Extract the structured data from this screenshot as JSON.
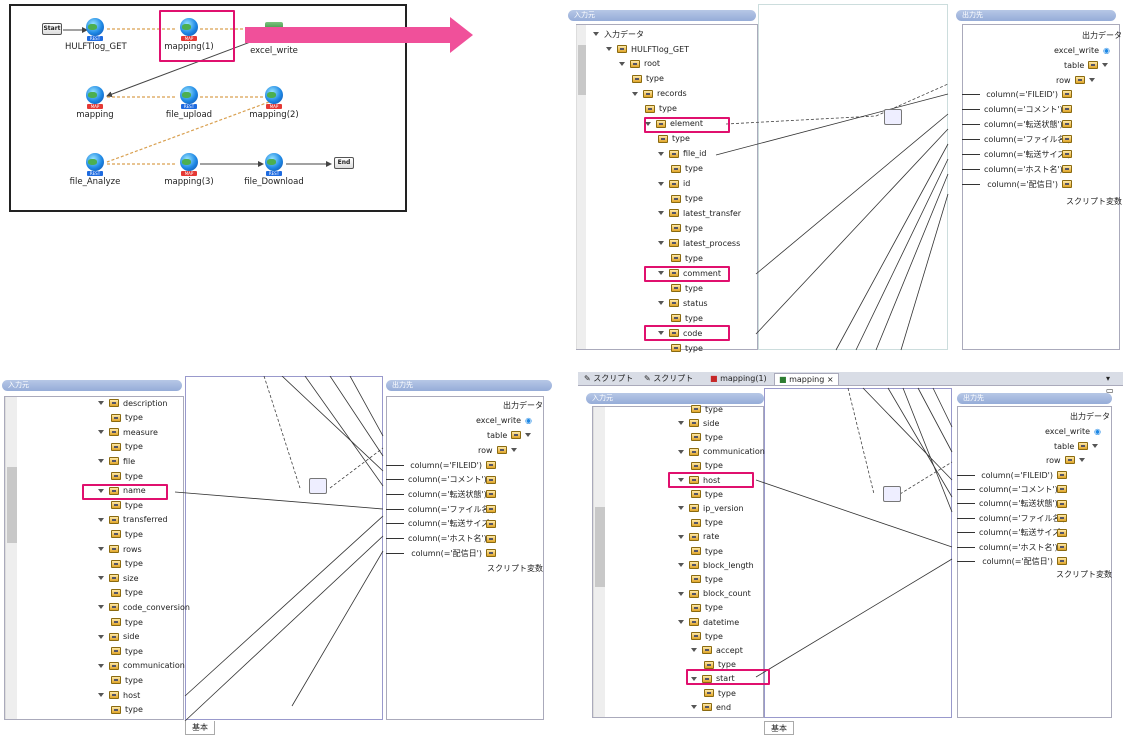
{
  "flow": {
    "start": "Start",
    "end": "End",
    "nodes": [
      {
        "name": "HULFTlog_GET",
        "tag": "REST"
      },
      {
        "name": "mapping(1)",
        "tag": "MAP"
      },
      {
        "name": "excel_write",
        "tag": ""
      },
      {
        "name": "mapping",
        "tag": "MAP"
      },
      {
        "name": "file_upload",
        "tag": "REST"
      },
      {
        "name": "mapping(2)",
        "tag": "MAP"
      },
      {
        "name": "file_Analyze",
        "tag": "REST"
      },
      {
        "name": "mapping(3)",
        "tag": "MAP"
      },
      {
        "name": "file_Download",
        "tag": "REST"
      }
    ]
  },
  "labels": {
    "input_source": "入力元",
    "output_dest": "出力先",
    "input_data": "入力データ",
    "output_data": "出力データ",
    "script_vars": "スクリプト変数",
    "basic_tab": "基本",
    "excel_write": "excel_write",
    "table": "table",
    "row": "row"
  },
  "colors": {
    "highlight": "#e0106e",
    "arrow": "#f0509a",
    "pill": "#9fb3dc"
  },
  "columns": [
    "column(='FILEID')",
    "column(='コメント')",
    "column(='転送状態')",
    "column(='ファイル名')",
    "column(='転送サイズ')",
    "column(='ホスト名')",
    "column(='配信日')"
  ],
  "tree_tr": [
    "HULFTlog_GET",
    "root",
    "type",
    "records",
    "type",
    "element",
    "type",
    "file_id",
    "type",
    "id",
    "type",
    "latest_transfer",
    "type",
    "latest_process",
    "type",
    "comment",
    "type",
    "status",
    "type",
    "code",
    "type"
  ],
  "tree_bl": [
    "description",
    "type",
    "measure",
    "type",
    "file",
    "type",
    "name",
    "type",
    "transferred",
    "type",
    "rows",
    "type",
    "size",
    "type",
    "code_conversion",
    "type",
    "side",
    "type",
    "communication",
    "type",
    "host",
    "type"
  ],
  "tree_br": [
    "type",
    "side",
    "type",
    "communication",
    "type",
    "host",
    "type",
    "ip_version",
    "type",
    "rate",
    "type",
    "block_length",
    "type",
    "block_count",
    "type",
    "datetime",
    "type",
    "accept",
    "type",
    "start",
    "type",
    "end"
  ],
  "tabs": [
    "スクリプト",
    "スクリプト",
    "mapping(1)",
    "mapping"
  ]
}
